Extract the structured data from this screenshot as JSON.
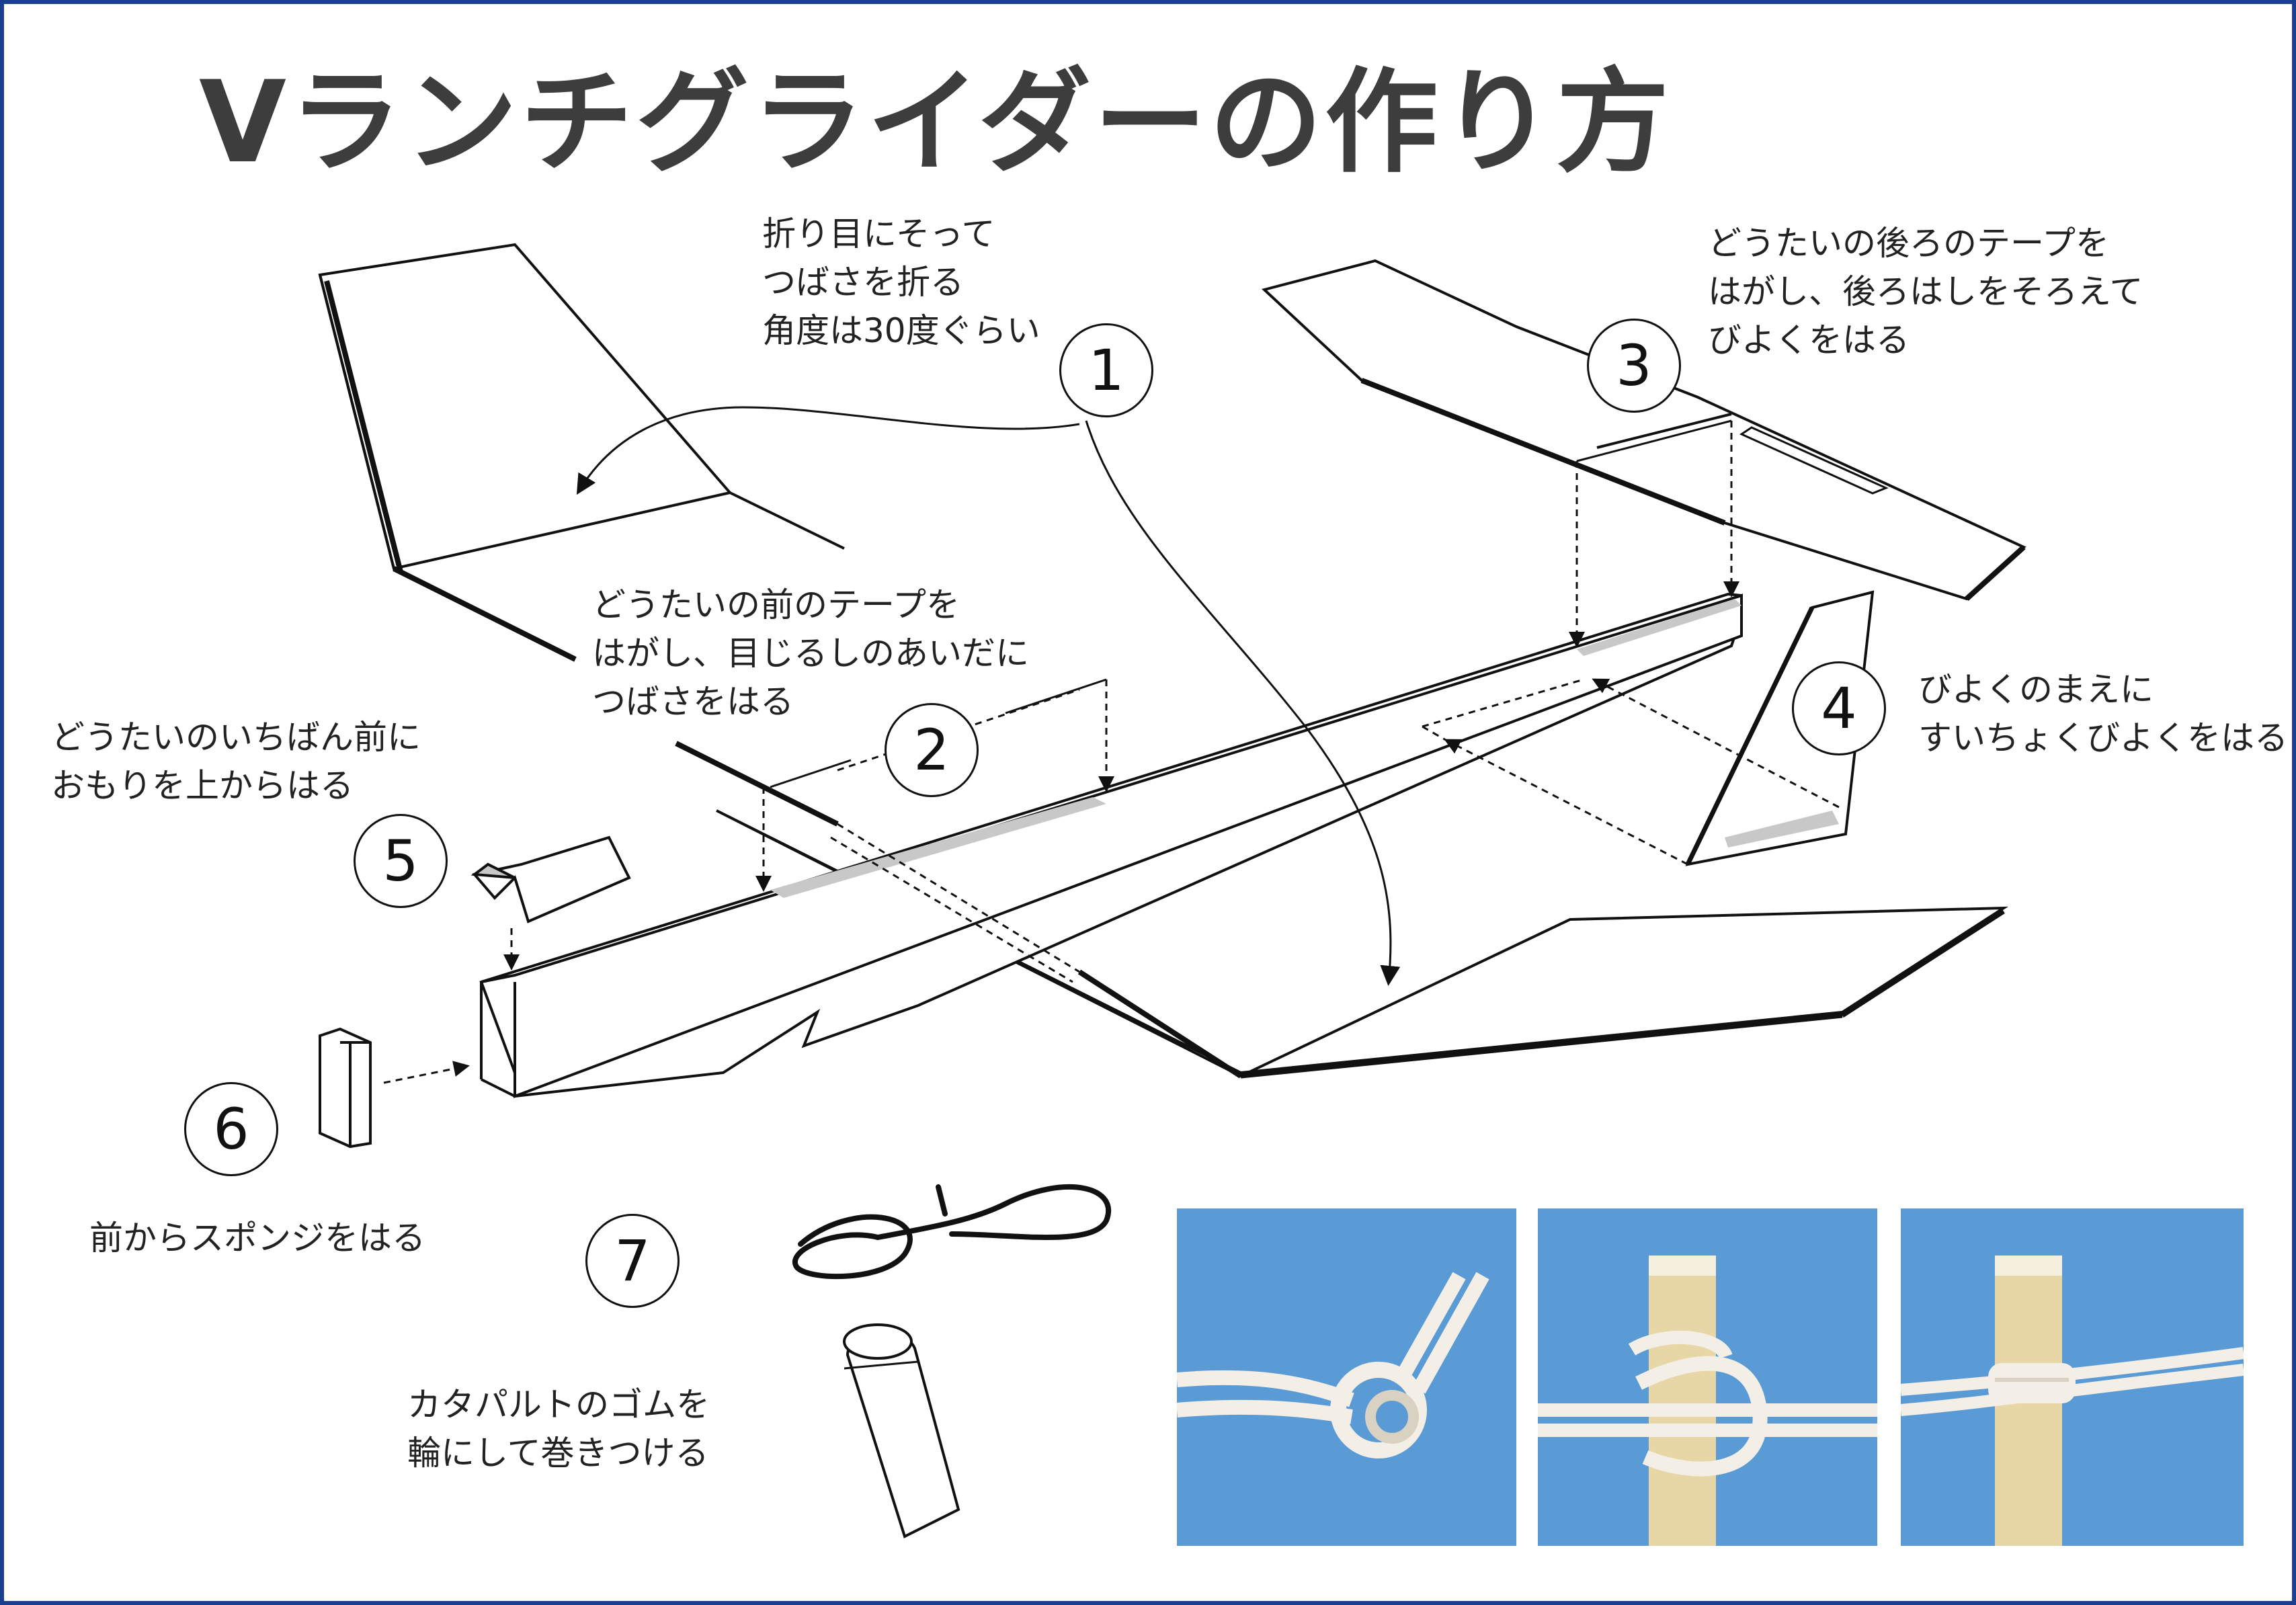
{
  "title": "Vランチグライダーの作り方",
  "colors": {
    "border": "#1b3f8f",
    "photo_bg": "#5b9bd5",
    "tape": "#c8c8c8",
    "stick": "#e8d7a6",
    "rubber": "#f3efe6"
  },
  "steps": [
    {
      "number": "1",
      "text": "折り目にそって\nつばさを折る\n角度は30度ぐらい"
    },
    {
      "number": "2",
      "text": "どうたいの前のテープを\nはがし、目じるしのあいだに\nつばさをはる"
    },
    {
      "number": "3",
      "text": "どうたいの後ろのテープを\nはがし、後ろはしをそろえて\nびよくをはる"
    },
    {
      "number": "4",
      "text": "びよくのまえに\nすいちょくびよくをはる"
    },
    {
      "number": "5",
      "text": "どうたいのいちばん前に\nおもりを上からはる"
    },
    {
      "number": "6",
      "text": "前からスポンジをはる"
    },
    {
      "number": "7",
      "text": "カタパルトのゴムを\n輪にして巻きつける"
    }
  ],
  "icons": [
    "curved-arrow-icon",
    "dashed-arrow-icon",
    "rubber-band-icon",
    "stick-icon"
  ],
  "photos": [
    "knot-photo-1",
    "knot-photo-2",
    "knot-photo-3"
  ]
}
